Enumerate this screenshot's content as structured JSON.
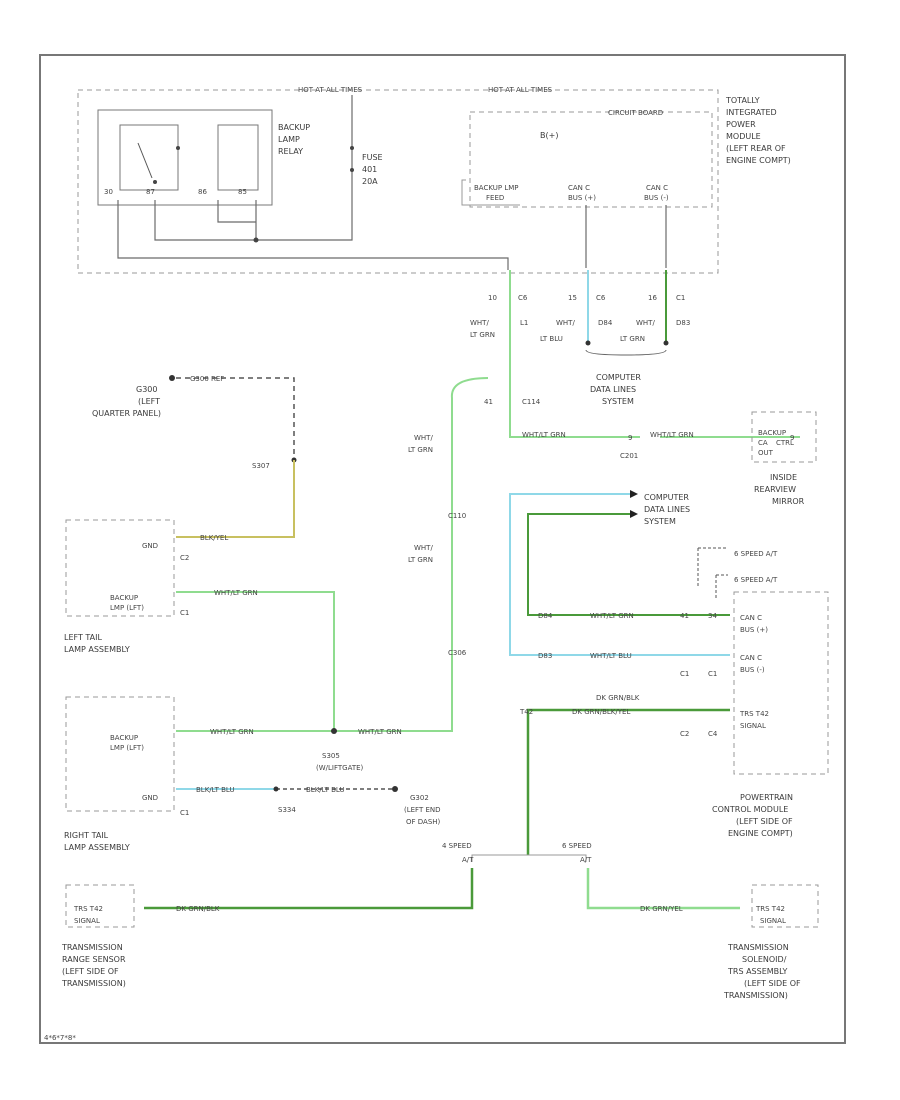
{
  "diagram_code": "4*6*7*8*",
  "labels": {
    "hot_at_all_times_1": "HOT AT ALL TIMES",
    "hot_at_all_times_2": "HOT AT ALL TIMES",
    "circuit_board": "CIRCUIT BOARD",
    "tipm": [
      "TOTALLY",
      "INTEGRATED",
      "POWER",
      "MODULE",
      "(LEFT REAR OF",
      "ENGINE COMPT)"
    ],
    "backup_relay": [
      "BACKUP",
      "LAMP",
      "RELAY"
    ],
    "relay_pins": [
      "30",
      "87",
      "86",
      "85"
    ],
    "fuse": [
      "FUSE",
      "401",
      "20A"
    ],
    "bus_b1": "B(+)",
    "backup_lamp_feed": [
      "BACKUP LMP",
      "FEED"
    ],
    "can_c_bus_plus": [
      "CAN C",
      "BUS (+)"
    ],
    "can_c_bus_minus": [
      "CAN C",
      "BUS (-)"
    ],
    "tipm_pins": [
      "10",
      "C6",
      "15",
      "C6",
      "16",
      "C1"
    ],
    "wire_tipm_1": [
      "WHT/",
      "LT GRN"
    ],
    "wire_tipm_2": [
      "WHT/",
      "LT BLU"
    ],
    "wire_tipm_3": [
      "WHT/",
      "LT GRN"
    ],
    "wire_codes_top": [
      "L1",
      "D84",
      "D83"
    ],
    "comp_data_1": [
      "COMPUTER",
      "DATA LINES",
      "SYSTEM"
    ],
    "c114": "C114",
    "pin_41": "41",
    "wire_mirror": "WHT/LT GRN",
    "wire_mirror2": "WHT/LT GRN",
    "c201": "C201",
    "mirror_pins": [
      "9",
      "9"
    ],
    "backup_cam": [
      "BACKUP",
      "CA",
      "CTRL",
      "OUT"
    ],
    "inside_mirror": [
      "INSIDE",
      "REARVIEW",
      "MIRROR"
    ],
    "g300": [
      "G300",
      "(LEFT",
      "QUARTER PANEL)"
    ],
    "g300_ref": "G300 REF",
    "s307": "S307",
    "wire_blk_yel": "BLK/YEL",
    "gnd_1": "GND",
    "gnd_2": "GND",
    "c2": "C2",
    "c1_a": "C1",
    "c1_b": "C1",
    "backup_lmp_left": [
      "BACKUP",
      "LMP (LFT)"
    ],
    "left_tail": [
      "LEFT TAIL",
      "LAMP ASSEMBLY"
    ],
    "wire_left_tail": "WHT/LT GRN",
    "wire_vertical_1": [
      "WHT/",
      "LT GRN"
    ],
    "c110": "C110",
    "wire_vertical_2": [
      "WHT/",
      "LT GRN"
    ],
    "c306": "C306",
    "comp_data_2": [
      "COMPUTER",
      "DATA LINES",
      "SYSTEM"
    ],
    "speed_6at": "6 SPEED A/T",
    "speed_6at_b": "6 SPEED A/T",
    "d84": "D84",
    "d83": "D83",
    "wire_pcm_1": "WHT/LT GRN",
    "wire_pcm_2": "WHT/LT BLU",
    "pcm_pins": [
      "41",
      "34",
      "C1",
      "C1",
      "C2",
      "C4"
    ],
    "can_c_bus_plus_pcm": [
      "CAN C",
      "BUS (+)"
    ],
    "can_c_bus_minus_pcm": [
      "CAN C",
      "BUS (-)"
    ],
    "trs_t42": [
      "TRS T42",
      "SIGNAL"
    ],
    "dk_grn_blk": "DK GRN/BLK",
    "dk_grn_wire_pcm": "DK GRN/BLK/YEL",
    "t42": "T42",
    "pcm": [
      "POWERTRAIN",
      "CONTROL MODULE",
      "(LEFT SIDE OF",
      "ENGINE COMPT)"
    ],
    "backup_lmp_right": [
      "BACKUP",
      "LMP (LFT)"
    ],
    "right_tail": [
      "RIGHT TAIL",
      "LAMP ASSEMBLY"
    ],
    "wire_right_tail": "WHT/LT GRN",
    "wire_s305_right": "WHT/LT GRN",
    "s305": [
      "S305",
      "(W/LIFTGATE)"
    ],
    "wire_blk_yel2": "BLK/LT BLU",
    "wire_blk_yel3": "BLK/LT BLU",
    "s334": "S334",
    "g302": [
      "G302",
      "(LEFT END",
      "OF DASH)"
    ],
    "speed_4": [
      "4 SPEED",
      "A/T"
    ],
    "speed_6": [
      "6 SPEED",
      "A/T"
    ],
    "trs_signal_l": [
      "TRS T42",
      "SIGNAL"
    ],
    "trs_signal_r": [
      "TRS T42",
      "SIGNAL"
    ],
    "wire_trs_l": "DK GRN/BLK",
    "wire_trs_r": "DK GRN/YEL",
    "trans_range": [
      "TRANSMISSION",
      "RANGE SENSOR",
      "(LEFT SIDE OF",
      "TRANSMISSION)"
    ],
    "trans_solenoid": [
      "TRANSMISSION",
      "SOLENOID/",
      "TRS ASSEMBLY",
      "(LEFT SIDE OF",
      "TRANSMISSION)"
    ]
  },
  "colors": {
    "wire_dark": "#6b6b6b",
    "wire_lt_grn": "#8fdc8f",
    "wire_lt_blu": "#8fd8e8",
    "wire_dk_grn": "#4a9a3a",
    "wire_yel": "#c8c060",
    "dashed": "#999999"
  }
}
